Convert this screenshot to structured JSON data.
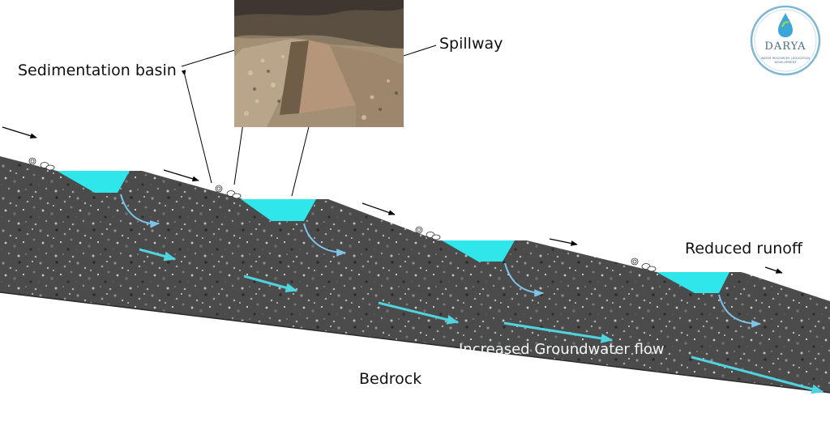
{
  "labels": {
    "sedimentation_basin": "Sedimentation basin",
    "spillway": "Spillway",
    "reduced_runoff": "Reduced runoff",
    "increased_groundwater_flow": "Increased Groundwater flow",
    "bedrock": "Bedrock"
  },
  "logo": {
    "name": "DARYA",
    "tagline": "WATER RESOURCES | EDUCATION DEVELOPMENT"
  },
  "basin_count": 4,
  "colors": {
    "water": "#2fe6ea",
    "flow_arrow": "#4fd3df",
    "infiltration_arrow": "#7ec3e8",
    "soil": "#4b4b4b",
    "logo_blue": "#4a6d86"
  },
  "icons": [
    "runoff-arrow-icon",
    "infiltration-arrow-icon",
    "groundwater-arrow-icon",
    "stones-icon",
    "water-drop-icon"
  ]
}
